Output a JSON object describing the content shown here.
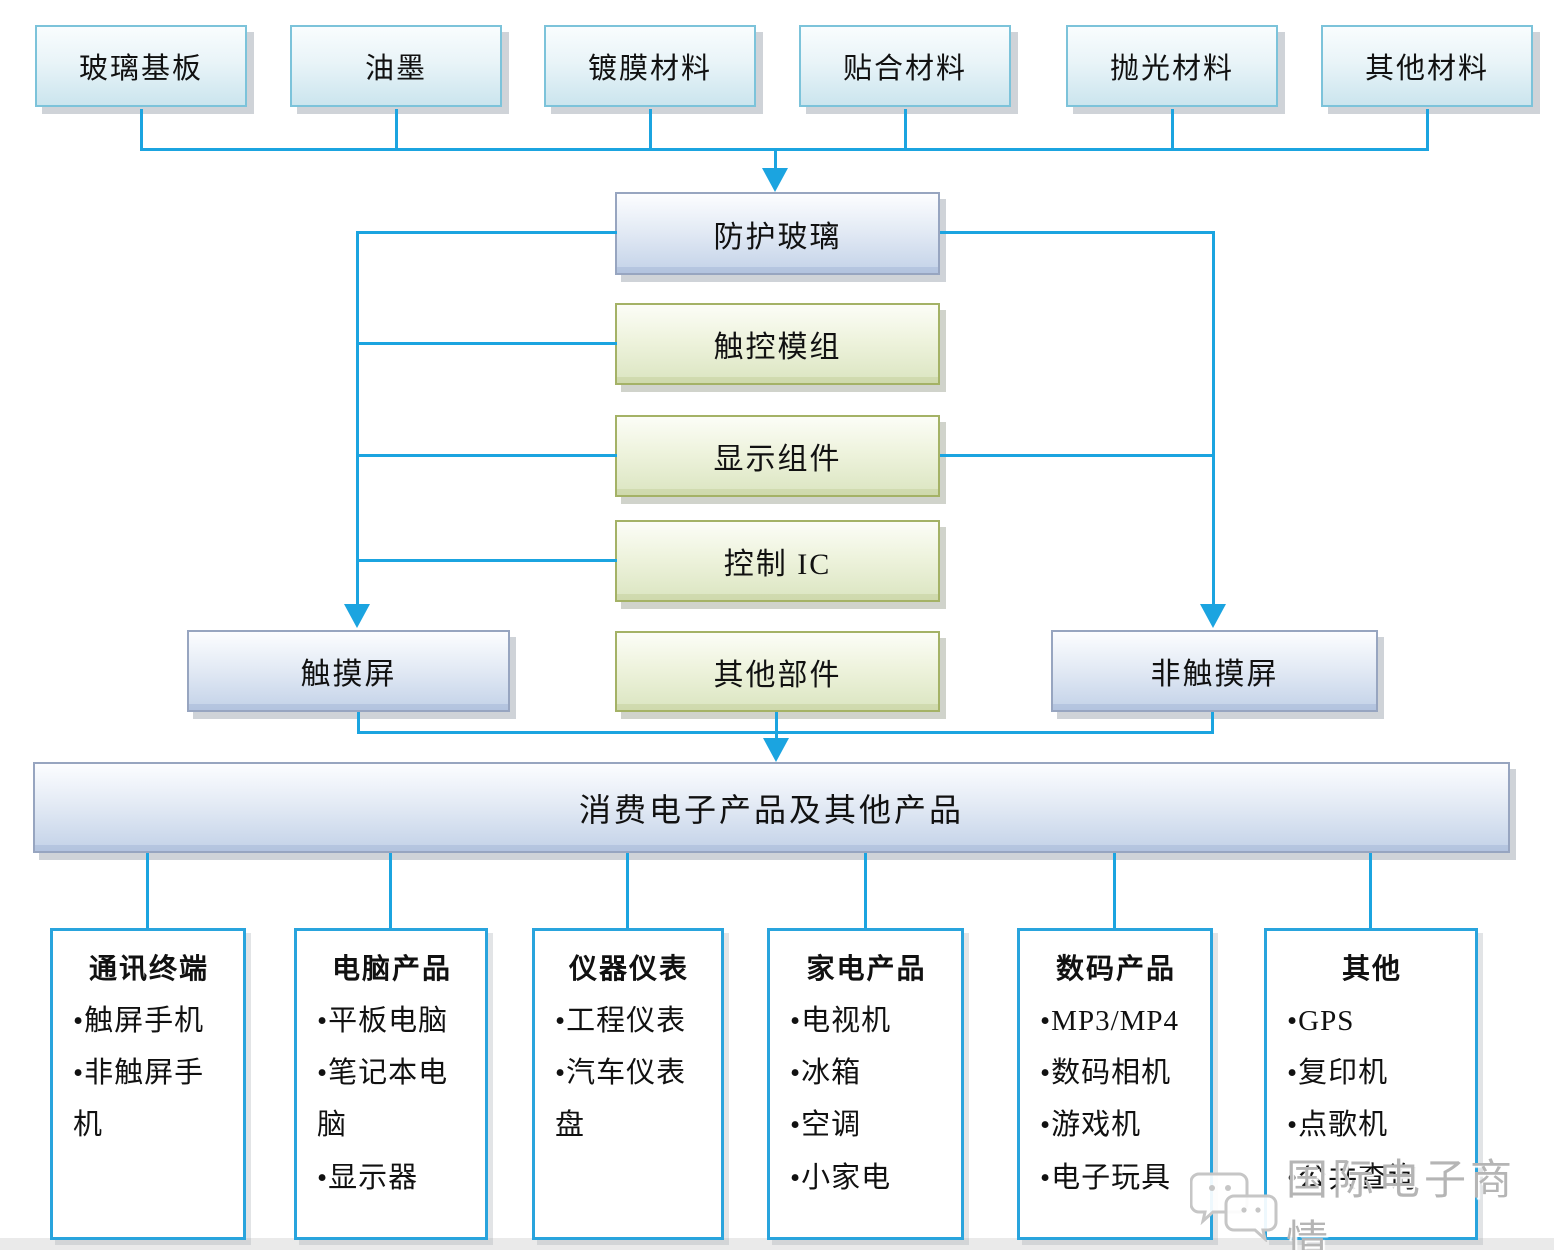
{
  "diagram": {
    "top_materials": [
      {
        "label": "玻璃基板"
      },
      {
        "label": "油墨"
      },
      {
        "label": "镀膜材料"
      },
      {
        "label": "贴合材料"
      },
      {
        "label": "抛光材料"
      },
      {
        "label": "其他材料"
      }
    ],
    "core": {
      "protective_glass": "防护玻璃",
      "touch_module": "触控模组",
      "display_component": "显示组件",
      "control_ic": "控制 IC",
      "other_parts": "其他部件",
      "touch_screen": "触摸屏",
      "non_touch_screen": "非触摸屏"
    },
    "products_box": "消费电子产品及其他产品",
    "categories": [
      {
        "title": "通讯终端",
        "items": [
          "•触屏手机",
          "•非触屏手机"
        ]
      },
      {
        "title": "电脑产品",
        "items": [
          "•平板电脑",
          "•笔记本电脑",
          "•显示器"
        ]
      },
      {
        "title": "仪器仪表",
        "items": [
          "•工程仪表",
          "•汽车仪表盘"
        ]
      },
      {
        "title": "家电产品",
        "items": [
          "•电视机",
          "•冰箱",
          "•空调",
          "•小家电"
        ]
      },
      {
        "title": "数码产品",
        "items": [
          "•MP3/MP4",
          "•数码相机",
          "•游戏机",
          "•电子玩具"
        ]
      },
      {
        "title": "其他",
        "items": [
          "•GPS",
          "•复印机",
          "•点歌机",
          "•公共查询"
        ]
      }
    ],
    "watermark": {
      "text": "国际电子商情",
      "icon": "wechat-bubbles-icon"
    },
    "colors": {
      "connector": "#1ba4e0",
      "material_box_border": "#7cc3da",
      "blue_box_border": "#97a5c0",
      "green_box_border": "#a4b266",
      "category_box_border": "#29a4dd",
      "watermark_text": "#b5b5b5"
    }
  }
}
